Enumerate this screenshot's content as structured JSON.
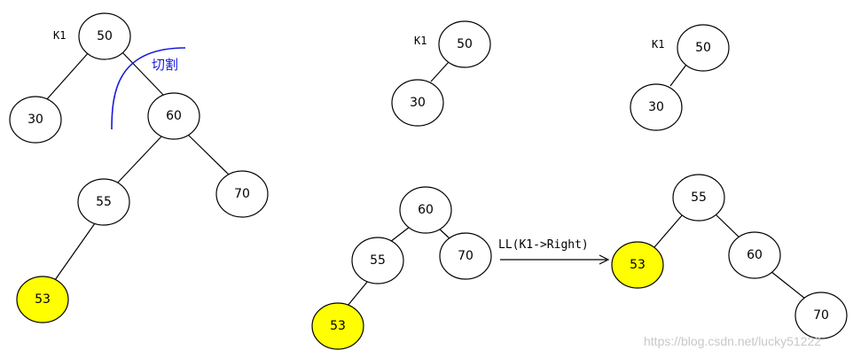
{
  "colors": {
    "highlight": "#ffff00",
    "cut_line": "#1a1adb",
    "node_stroke": "#000000"
  },
  "tree_original": {
    "k1_label": "K1",
    "nodes": {
      "n50": "50",
      "n30": "30",
      "n60": "60",
      "n55": "55",
      "n70": "70",
      "n53": "53"
    },
    "cut_label": "切割"
  },
  "split_left": {
    "k1_label": "K1",
    "nodes": {
      "n50": "50",
      "n30": "30"
    }
  },
  "split_right": {
    "k1_label": "K1",
    "nodes": {
      "n50": "50",
      "n30": "30"
    }
  },
  "subtree_before": {
    "nodes": {
      "n60": "60",
      "n55": "55",
      "n70": "70",
      "n53": "53"
    }
  },
  "rotation": {
    "label": "LL(K1->Right)"
  },
  "subtree_after": {
    "nodes": {
      "n55": "55",
      "n53": "53",
      "n60": "60",
      "n70": "70"
    }
  },
  "watermark": "https://blog.csdn.net/lucky51222"
}
